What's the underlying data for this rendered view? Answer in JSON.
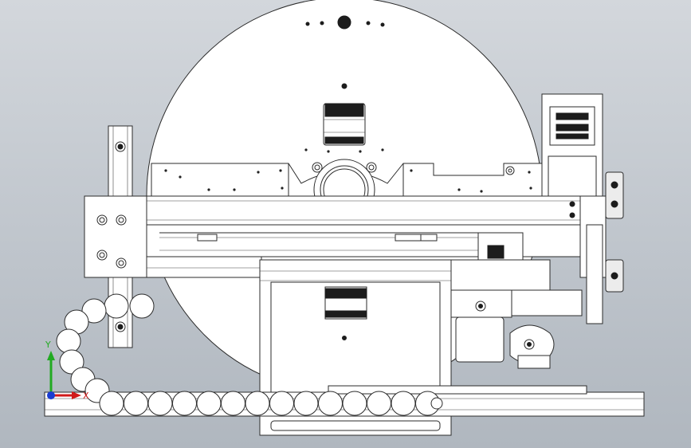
{
  "viewport": {
    "background_top": "#d3d7dc",
    "background_bottom": "#b0b7bf"
  },
  "triad": {
    "x_axis_label": "X",
    "y_axis_label": "Y",
    "x_color": "#d11a1a",
    "y_color": "#22aa22",
    "z_color": "#1a3cd1"
  },
  "model_colors": {
    "line": "#2b2b2b",
    "face": "#ffffff",
    "shade": "#1c1c1c"
  },
  "cable_chain": {
    "vertical_link_count": 6,
    "horizontal_link_count": 14
  }
}
